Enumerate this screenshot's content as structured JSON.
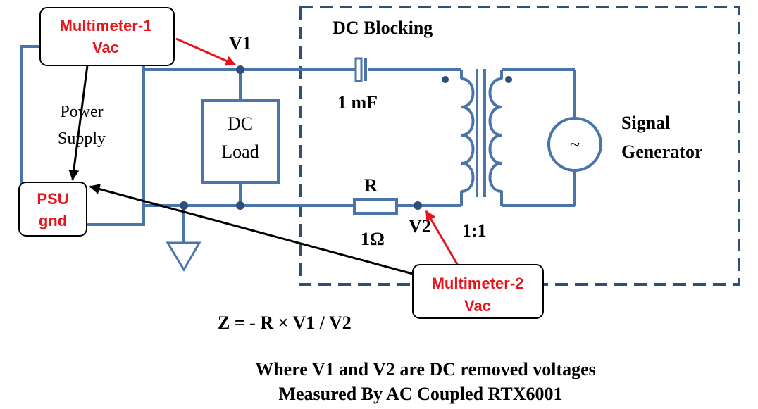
{
  "labels": {
    "dc_blocking": "DC Blocking",
    "v1": "V1",
    "v2": "V2",
    "capacitor": "1 mF",
    "resistor_name": "R",
    "resistor_value": "1Ω",
    "ratio": "1:1",
    "signal_line1": "Signal",
    "signal_line2": "Generator",
    "power_line1": "Power",
    "power_line2": "Supply",
    "load_line1": "DC",
    "load_line2": "Load",
    "source_symbol": "~"
  },
  "callouts": {
    "mm1_line1": "Multimeter-1",
    "mm1_line2": "Vac",
    "mm2_line1": "Multimeter-2",
    "mm2_line2": "Vac",
    "psu_line1": "PSU",
    "psu_line2": "gnd"
  },
  "formula": "Z = - R × V1 / V2",
  "caption_line1": "Where V1 and V2 are DC removed voltages",
  "caption_line2": "Measured By AC Coupled RTX6001",
  "colors": {
    "wire": "#4a75aa",
    "callout_text": "#e8141c",
    "arrow_red": "#e8141c",
    "arrow_black": "#000000"
  }
}
